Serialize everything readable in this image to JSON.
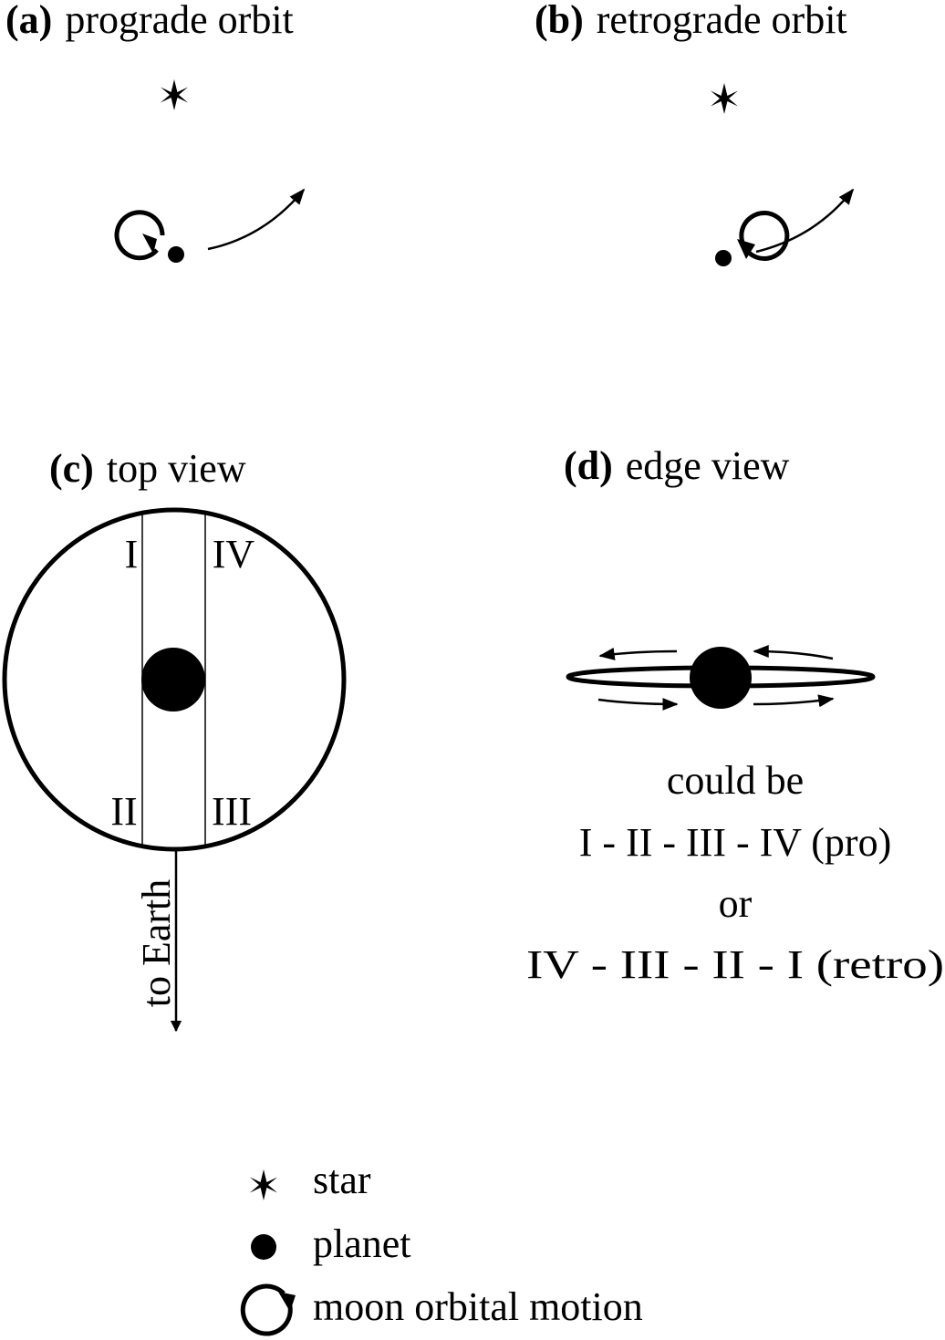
{
  "panels": {
    "a": {
      "tag": "(a)",
      "title": "prograde orbit"
    },
    "b": {
      "tag": "(b)",
      "title": "retrograde orbit"
    },
    "c": {
      "tag": "(c)",
      "title": "top view",
      "regions": [
        "I",
        "II",
        "III",
        "IV"
      ],
      "earth_label": "to Earth"
    },
    "d": {
      "tag": "(d)",
      "title": "edge view",
      "caption": [
        "could be",
        "I - II - III - IV (pro)",
        "or",
        "IV - III - II - I (retro)"
      ]
    }
  },
  "legend": [
    {
      "icon": "star-icon",
      "label": "star"
    },
    {
      "icon": "planet-icon",
      "label": "planet"
    },
    {
      "icon": "moon-orbit-icon",
      "label": "moon orbital motion"
    }
  ],
  "colors": {
    "ink": "#000000",
    "background": "#ffffff"
  }
}
